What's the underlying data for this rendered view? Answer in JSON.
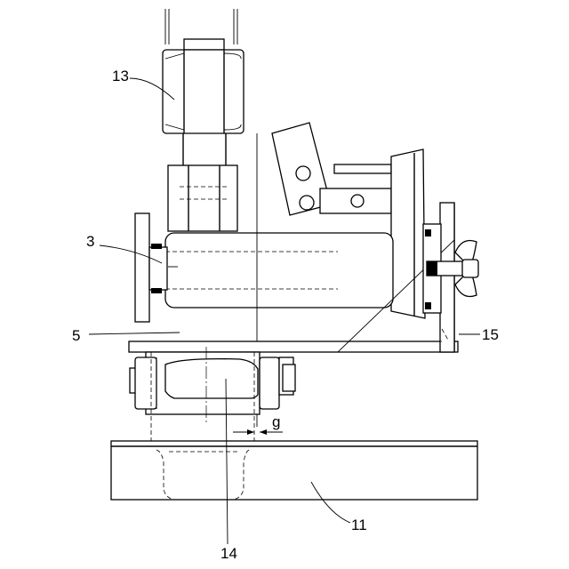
{
  "figure": {
    "labels": {
      "l13": "13",
      "l3": "3",
      "l5": "5",
      "l15": "15",
      "lg": "g",
      "l14": "14",
      "l11": "11"
    }
  }
}
